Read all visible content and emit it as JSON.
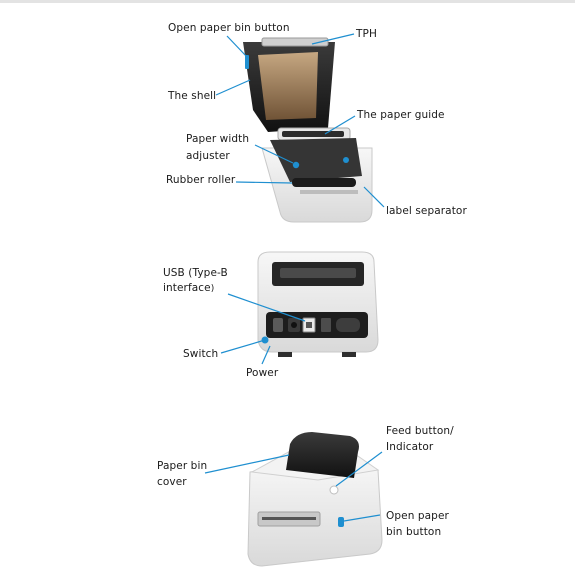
{
  "figure1": {
    "labels": {
      "open_paper_bin_button": "Open paper bin button",
      "tph": "TPH",
      "the_shell": "The shell",
      "the_paper_guide": "The paper guide",
      "paper_width_adjuster_1": "Paper width",
      "paper_width_adjuster_2": "adjuster",
      "rubber_roller": "Rubber roller",
      "label_separator": "label separator"
    }
  },
  "figure2": {
    "labels": {
      "usb_1": "USB (Type-B",
      "usb_2": "interface",
      "usb_paren": ")",
      "switch": "Switch",
      "power": "Power"
    }
  },
  "figure3": {
    "labels": {
      "feed_button_1": "Feed button/",
      "feed_button_2": "Indicator",
      "paper_bin_cover_1": "Paper bin",
      "paper_bin_cover_2": "cover",
      "open_paper_bin_button_1": "Open paper",
      "open_paper_bin_button_2": "bin button"
    }
  },
  "colors": {
    "leader_line": "#1f8fd0",
    "printer_body": "#eeeeee",
    "printer_dark": "#2a2a2a",
    "accent_blue": "#1f8fd0"
  }
}
